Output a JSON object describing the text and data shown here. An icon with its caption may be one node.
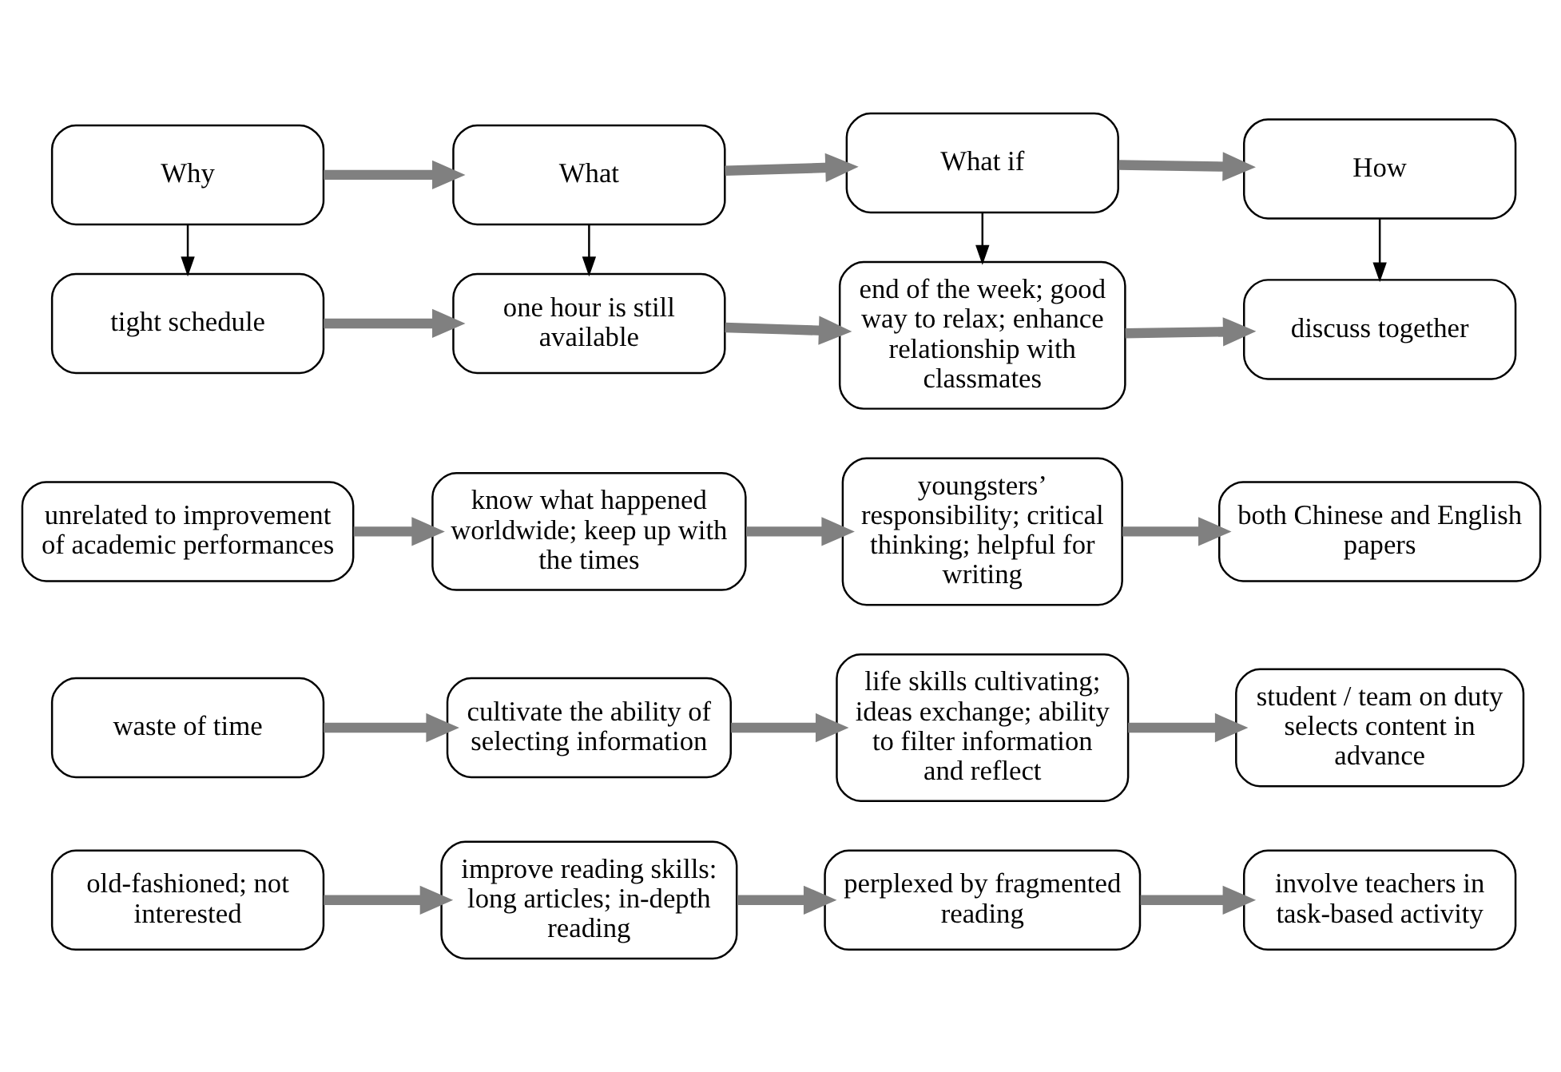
{
  "diagram": {
    "nodes": [
      {
        "text": [
          "Why"
        ]
      },
      {
        "text": [
          "What"
        ]
      },
      {
        "text": [
          "What if"
        ]
      },
      {
        "text": [
          "How"
        ]
      },
      {
        "text": [
          "tight schedule"
        ]
      },
      {
        "text": [
          "one hour is still available"
        ]
      },
      {
        "text": [
          "end of the week; good way to relax; enhance relationship with classmates"
        ]
      },
      {
        "text": [
          "discuss together"
        ]
      },
      {
        "text": [
          "unrelated to improvement of academic performances"
        ]
      },
      {
        "text": [
          "know what happened worldwide; keep up with the times"
        ]
      },
      {
        "text": [
          "youngsters’ responsibility; critical thinking; helpful for writing"
        ]
      },
      {
        "text": [
          "both Chinese and English papers"
        ]
      },
      {
        "text": [
          "waste of time"
        ]
      },
      {
        "text": [
          "cultivate the ability of selecting information"
        ]
      },
      {
        "text": [
          "life skills cultivating; ideas exchange; ability to filter information and reflect"
        ]
      },
      {
        "text": [
          "student / team on duty selects content in advance"
        ]
      },
      {
        "text": [
          "old-fashioned; not interested"
        ]
      },
      {
        "text": [
          "improve reading skills: long articles; in-depth reading"
        ]
      },
      {
        "text": [
          "perplexed by fragmented reading"
        ]
      },
      {
        "text": [
          "involve teachers in task-based activity"
        ]
      }
    ],
    "edges": [
      {
        "from": 0,
        "to": 1,
        "arrow": "to"
      },
      {
        "from": 1,
        "to": 2,
        "arrow": "to"
      },
      {
        "from": 2,
        "to": 3,
        "arrow": "to"
      },
      {
        "from": 0,
        "to": 4,
        "arrow": "to",
        "color": "#000000"
      },
      {
        "from": 1,
        "to": 5,
        "arrow": "to",
        "color": "#000000"
      },
      {
        "from": 2,
        "to": 6,
        "arrow": "to",
        "color": "#000000"
      },
      {
        "from": 3,
        "to": 7,
        "arrow": "to",
        "color": "#000000"
      },
      {
        "from": 4,
        "to": 5,
        "arrow": "to"
      },
      {
        "from": 5,
        "to": 6,
        "arrow": "to"
      },
      {
        "from": 6,
        "to": 7,
        "arrow": "to"
      },
      {
        "from": 8,
        "to": 9,
        "arrow": "to"
      },
      {
        "from": 9,
        "to": 10,
        "arrow": "to"
      },
      {
        "from": 10,
        "to": 11,
        "arrow": "to"
      },
      {
        "from": 12,
        "to": 13,
        "arrow": "to"
      },
      {
        "from": 13,
        "to": 14,
        "arrow": "to"
      },
      {
        "from": 14,
        "to": 15,
        "arrow": "to"
      },
      {
        "from": 16,
        "to": 17,
        "arrow": "to"
      },
      {
        "from": 17,
        "to": 18,
        "arrow": "to"
      },
      {
        "from": 18,
        "to": 19,
        "arrow": "to"
      }
    ]
  }
}
